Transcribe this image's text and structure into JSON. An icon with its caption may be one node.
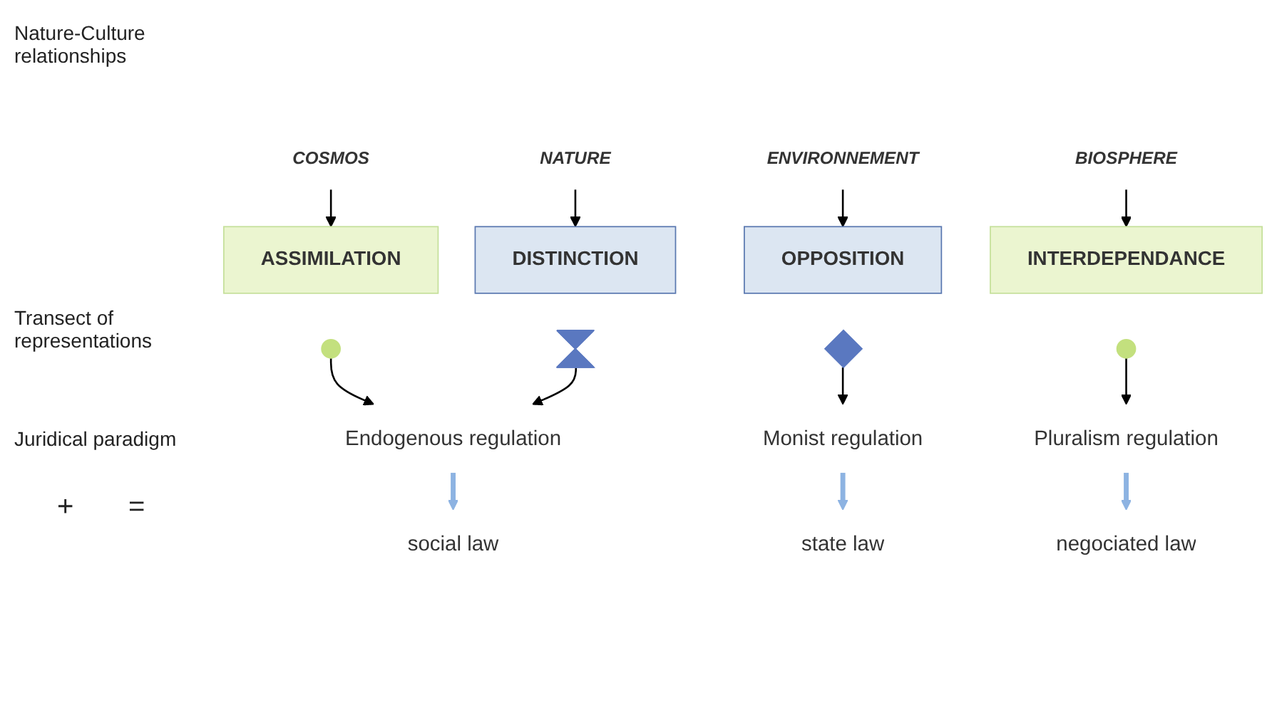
{
  "diagram": {
    "nodes": [
      {
        "text": [
          "COSMOS"
        ]
      },
      {
        "text": [
          "NATURE"
        ]
      },
      {
        "text": [
          "ENVIRONNEMENT"
        ]
      },
      {
        "text": [
          "BIOSPHERE"
        ]
      },
      {
        "text": [
          "ASSIMILATION"
        ]
      },
      {
        "text": [
          "DISTINCTION"
        ]
      },
      {
        "text": [
          "OPPOSITION"
        ]
      },
      {
        "text": [
          "INTERDEPENDANCE"
        ]
      },
      {
        "text": [],
        "shape": "circle"
      },
      {
        "text": [],
        "shape": "hourglass"
      },
      {
        "text": [],
        "shape": "diamond"
      },
      {
        "text": [],
        "shape": "circle"
      },
      {
        "text": [
          "Endogenous regulation"
        ]
      },
      {
        "text": [
          "Monist regulation"
        ]
      },
      {
        "text": [
          "Pluralism regulation"
        ]
      },
      {
        "text": [
          "social law"
        ]
      },
      {
        "text": [
          "state law"
        ]
      },
      {
        "text": [
          "negociated law"
        ]
      }
    ],
    "edges": [
      {
        "from": 0,
        "to": 4,
        "arrow": "to"
      },
      {
        "from": 1,
        "to": 5,
        "arrow": "to"
      },
      {
        "from": 2,
        "to": 6,
        "arrow": "to"
      },
      {
        "from": 3,
        "to": 7,
        "arrow": "to"
      },
      {
        "from": 8,
        "to": 12,
        "arrow": "to"
      },
      {
        "from": 9,
        "to": 12,
        "arrow": "to"
      },
      {
        "from": 10,
        "to": 13,
        "arrow": "to"
      },
      {
        "from": 11,
        "to": 14,
        "arrow": "to"
      },
      {
        "from": 12,
        "to": 15,
        "arrow": "to",
        "style": "thick",
        "color": "#8db3e2"
      },
      {
        "from": 13,
        "to": 16,
        "arrow": "to",
        "style": "thick",
        "color": "#8db3e2"
      },
      {
        "from": 14,
        "to": 17,
        "arrow": "to",
        "style": "thick",
        "color": "#8db3e2"
      }
    ],
    "labels": [
      "Nature-Culture relationships",
      "Transect of representations",
      "Juridical paradigm",
      "+",
      "="
    ]
  }
}
